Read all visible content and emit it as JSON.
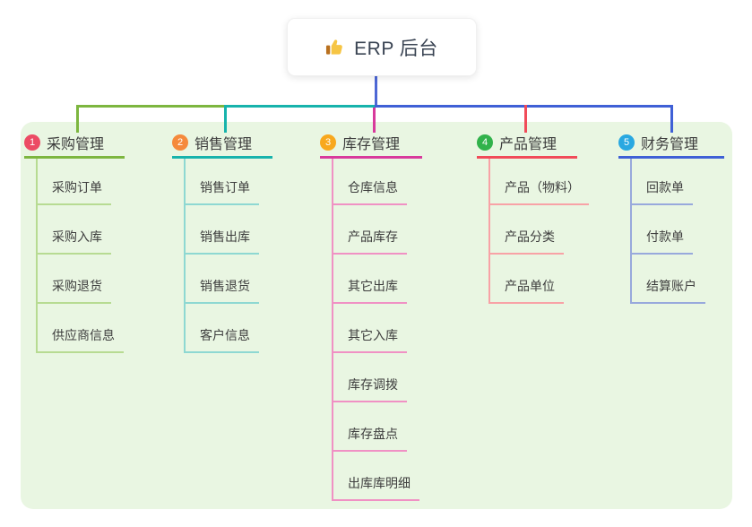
{
  "root": {
    "label": "ERP 后台",
    "icon": "thumbs-up-icon",
    "line_color": "#4d67d5"
  },
  "panel": {
    "background": "#e9f6e2"
  },
  "branches": [
    {
      "index": "1",
      "label": "采购管理",
      "badge_color": "#ec4b64",
      "line_color": "#7db63f",
      "light_color": "#b7db92",
      "children": [
        "采购订单",
        "采购入库",
        "采购退货",
        "供应商信息"
      ]
    },
    {
      "index": "2",
      "label": "销售管理",
      "badge_color": "#f58a3c",
      "line_color": "#17b3ac",
      "light_color": "#8ed8d2",
      "children": [
        "销售订单",
        "销售出库",
        "销售退货",
        "客户信息"
      ]
    },
    {
      "index": "3",
      "label": "库存管理",
      "badge_color": "#f8a81d",
      "line_color": "#d83a9c",
      "light_color": "#f091c4",
      "children": [
        "仓库信息",
        "产品库存",
        "其它出库",
        "其它入库",
        "库存调拨",
        "库存盘点",
        "出库库明细"
      ]
    },
    {
      "index": "4",
      "label": "产品管理",
      "badge_color": "#31b24b",
      "line_color": "#f14b59",
      "light_color": "#f8a2a6",
      "children": [
        "产品（物料）",
        "产品分类",
        "产品单位"
      ]
    },
    {
      "index": "5",
      "label": "财务管理",
      "badge_color": "#29a8e1",
      "line_color": "#3f60d6",
      "light_color": "#98a9dc",
      "children": [
        "回款单",
        "付款单",
        "结算账户"
      ]
    }
  ]
}
